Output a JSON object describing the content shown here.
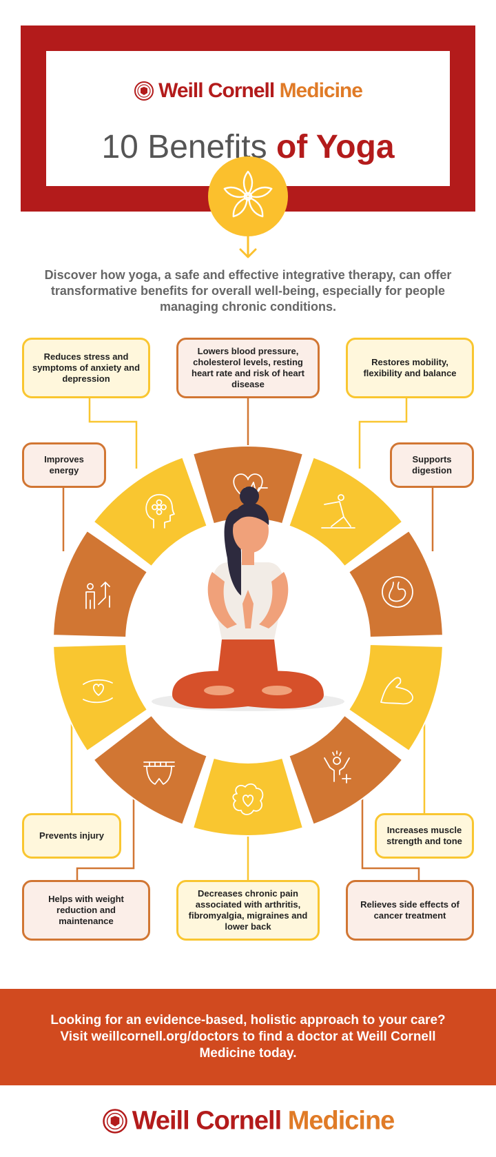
{
  "brand": {
    "name_part1": "Weill Cornell",
    "name_part2": "Medicine"
  },
  "title": {
    "part1": "10 Benefits ",
    "part2": "of Yoga"
  },
  "intro": "Discover how yoga, a safe and effective integrative therapy, can offer transformative benefits for overall well-being, especially for people managing chronic conditions.",
  "benefits": [
    {
      "label": "Reduces stress and symptoms of anxiety and depression",
      "icon": "head-flower-icon"
    },
    {
      "label": "Lowers blood pressure, cholesterol levels, resting heart rate and risk of heart disease",
      "icon": "heart-pulse-icon"
    },
    {
      "label": "Restores mobility, flexibility and balance",
      "icon": "stretch-pose-icon"
    },
    {
      "label": "Improves energy",
      "icon": "person-rising-icon"
    },
    {
      "label": "Supports digestion",
      "icon": "stomach-icon"
    },
    {
      "label": "Prevents injury",
      "icon": "hands-heart-icon"
    },
    {
      "label": "Increases muscle strength and tone",
      "icon": "flexed-arm-icon"
    },
    {
      "label": "Helps with weight reduction and maintenance",
      "icon": "waist-measure-icon"
    },
    {
      "label": "Decreases chronic pain associated with arthritis, fibromyalgia, migraines and lower back",
      "icon": "brain-heart-icon"
    },
    {
      "label": "Relieves side effects of cancer treatment",
      "icon": "person-plus-icon"
    }
  ],
  "footer": {
    "cta": "Looking for an evidence-based, holistic approach to your care? Visit weillcornell.org/doctors to find a doctor at Weill Cornell Medicine today."
  },
  "colors": {
    "red": "#b31b1b",
    "orange": "#d17633",
    "yellow": "#f9c630",
    "footer": "#d14a1f"
  }
}
